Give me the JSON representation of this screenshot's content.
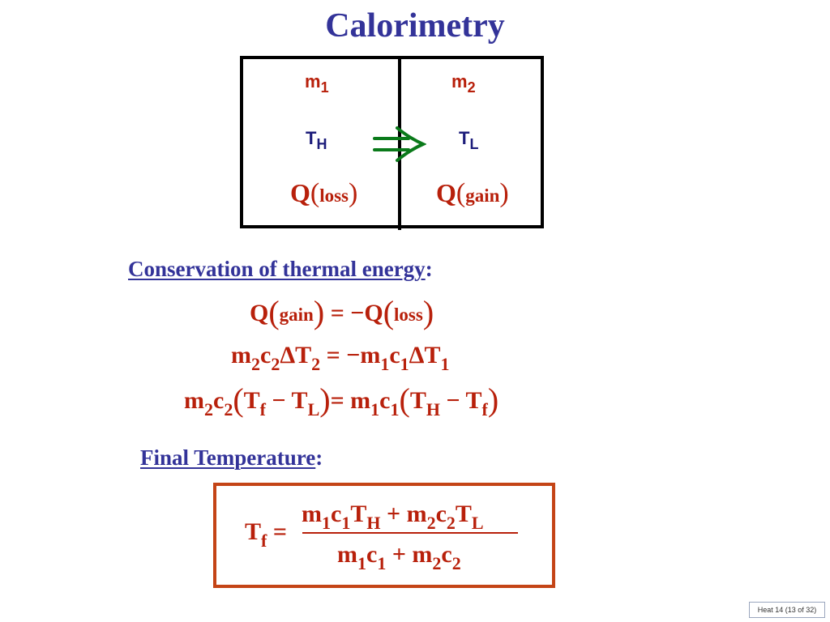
{
  "title": "Calorimetry",
  "diagram": {
    "left": {
      "mass": "m",
      "mass_sub": "1",
      "temp": "T",
      "temp_sub": "H",
      "heat": "Q",
      "heat_label": "loss"
    },
    "right": {
      "mass": "m",
      "mass_sub": "2",
      "temp": "T",
      "temp_sub": "L",
      "heat": "Q",
      "heat_label": "gain"
    },
    "arrow_icon": "double-right-arrow-icon"
  },
  "conservation": {
    "heading": "Conservation of thermal energy",
    "colon": ":"
  },
  "final": {
    "heading": "Final Temperature",
    "colon": ":"
  },
  "colors": {
    "title": "#333399",
    "equation": "#b8200b",
    "arrow": "#0a7a1a",
    "box_border": "#c44416"
  },
  "footer": {
    "text": "Heat 14  (13 of 32)"
  }
}
